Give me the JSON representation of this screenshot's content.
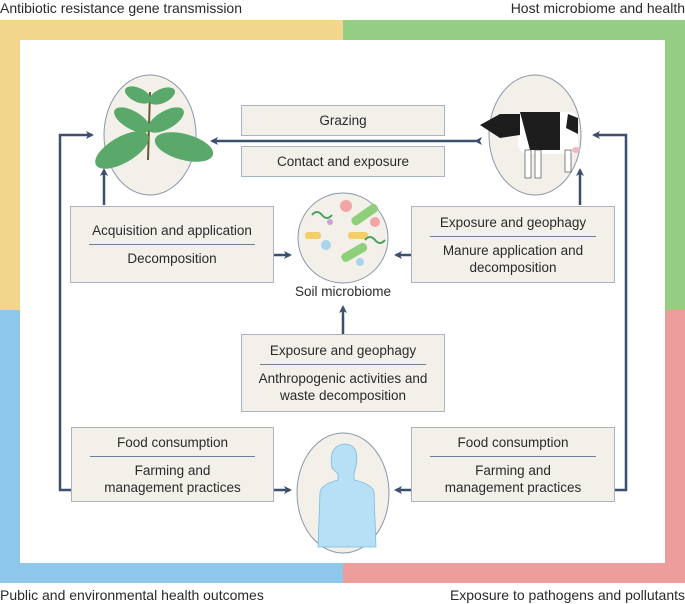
{
  "corners": {
    "top_left": "Antibiotic resistance gene transmission",
    "top_right": "Host microbiome and health",
    "bottom_left": "Public and environmental health outcomes",
    "bottom_right": "Exposure to pathogens and pollutants"
  },
  "colors": {
    "yellow": "#F2D68C",
    "green": "#95CD82",
    "blue": "#8DC8EA",
    "pink": "#EE9D9D",
    "arrow": "#3d4f6e"
  },
  "boxes": {
    "grazing": "Grazing",
    "contact": "Contact and exposure",
    "left_mid": {
      "top": "Acquisition and application",
      "bottom": "Decomposition"
    },
    "right_mid": {
      "top": "Exposure and geophagy",
      "bottom": "Manure application and decomposition"
    },
    "center": {
      "top": "Exposure and geophagy",
      "bottom": "Anthropogenic activities and waste decomposition"
    },
    "left_bottom": {
      "top": "Food consumption",
      "bottom": "Farming and management practices"
    },
    "right_bottom": {
      "top": "Food consumption",
      "bottom": "Farming and management practices"
    }
  },
  "nodes": {
    "soil_label": "Soil microbiome"
  }
}
